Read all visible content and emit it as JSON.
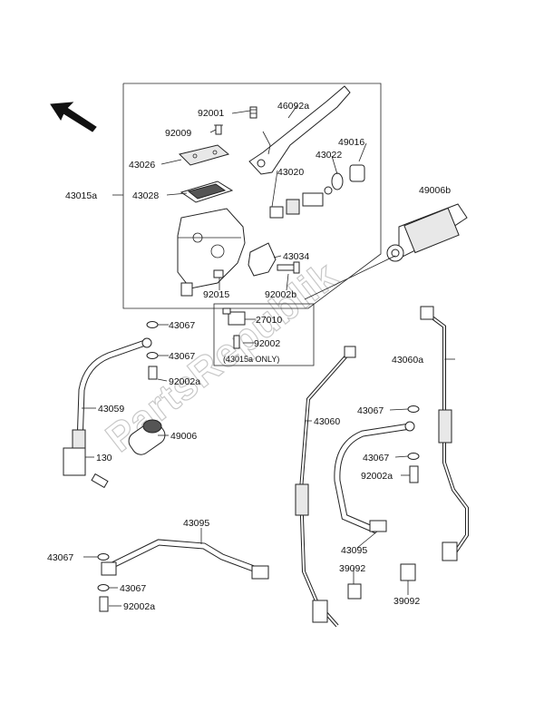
{
  "labels": {
    "p92001": "92001",
    "p46092a": "46092a",
    "p92009": "92009",
    "p49016": "49016",
    "p43026": "43026",
    "p43022": "43022",
    "p43020": "43020",
    "p43015a": "43015a",
    "p43028": "43028",
    "p49006b": "49006b",
    "p43034": "43034",
    "p92015": "92015",
    "p92002b": "92002b",
    "p27010": "27010",
    "p92002": "92002",
    "p43015a_only": "(43015a ONLY)",
    "p43067_1": "43067",
    "p43067_2": "43067",
    "p92002a_1": "92002a",
    "p43059": "43059",
    "p49006": "49006",
    "p130": "130",
    "p43060a": "43060a",
    "p43060": "43060",
    "p43067_3": "43067",
    "p43067_4": "43067",
    "p92002a_2": "92002a",
    "p43095_1": "43095",
    "p39092_1": "39092",
    "p39092_2": "39092",
    "p43095_2": "43095",
    "p43067_5": "43067",
    "p43067_6": "43067",
    "p92002a_3": "92002a"
  },
  "watermark": "PartsRepublik"
}
